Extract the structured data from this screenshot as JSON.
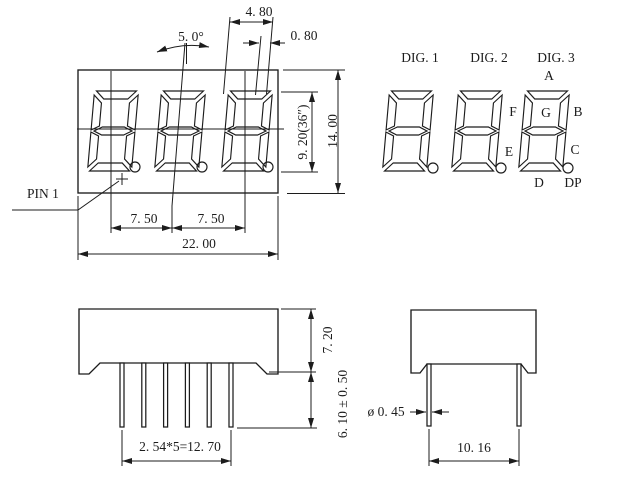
{
  "colors": {
    "line": "#1c1c1c",
    "background": "#ffffff"
  },
  "front_view": {
    "pin1_label": "PIN 1",
    "dim_digit_width": "4. 80",
    "dim_segment_width": "0. 80",
    "dim_tilt_angle": "5. 0°",
    "dim_digit_height": "9. 20(36″)",
    "dim_overall_height": "14. 00",
    "dim_digit_pitch_left": "7. 50",
    "dim_digit_pitch_right": "7. 50",
    "dim_overall_width": "22. 00"
  },
  "segment_view": {
    "digit_labels": {
      "dig1": "DIG. 1",
      "dig2": "DIG. 2",
      "dig3": "DIG. 3"
    },
    "segment_labels": {
      "a": "A",
      "b": "B",
      "c": "C",
      "d": "D",
      "e": "E",
      "f": "F",
      "g": "G",
      "dp": "DP"
    }
  },
  "side_view": {
    "dim_body_thickness": "7. 20",
    "dim_pin_length": "6. 10 ± 0. 50",
    "dim_pin_row_pitch": "2. 54*5=12. 70"
  },
  "end_view": {
    "dim_pin_diameter": "ø 0. 45",
    "dim_row_spacing": "10. 16"
  }
}
